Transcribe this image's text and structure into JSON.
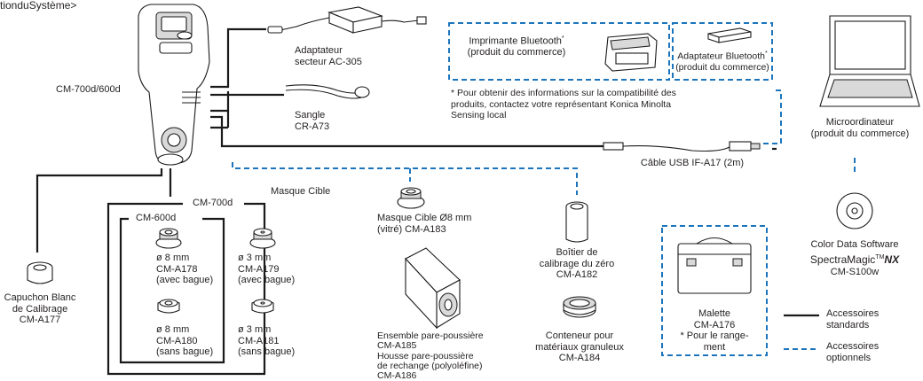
{
  "header_partial": "tionduSystème>",
  "main_device": "CM-700d/600d",
  "ac_adapter": [
    "Adaptateur",
    "secteur AC-305"
  ],
  "strap": [
    "Sangle",
    "CR-A73"
  ],
  "bt_printer": [
    "Imprimante Bluetooth",
    "(produit du commerce)"
  ],
  "bt_adapter": [
    "Adaptateur Bluetooth",
    "(produit du commerce)"
  ],
  "compat_note": [
    "* Pour obtenir des informations sur la compatibilité des",
    "produits, contactez votre représentant Konica Minolta",
    "Sensing local"
  ],
  "computer": [
    "Microordinateur",
    "(produit du commerce)"
  ],
  "usb_cable": "Câble USB IF-A17 (2m)",
  "calib_cap": [
    "Capuchon Blanc",
    "de Calibrage",
    "CM-A177"
  ],
  "cm700d_group": "CM-700d",
  "target_mask_group": "Masque Cible",
  "cm600d_group": "CM-600d",
  "masks": [
    [
      "ø 8 mm",
      "CM-A178",
      "(avec bague)"
    ],
    [
      "ø 3 mm",
      "CM-A179",
      "(avec bague)"
    ],
    [
      "ø 8 mm",
      "CM-A180",
      "(sans bague)"
    ],
    [
      "ø 3 mm",
      "CM-A181",
      "(sans bague)"
    ]
  ],
  "glass_mask": [
    "Masque Cible Ø8 mm",
    "(vitré) CM-A183"
  ],
  "dust_cover": [
    "Ensemble pare-poussière",
    "CM-A185",
    "Housse pare-poussière",
    "de rechange (polyoléfine)",
    "CM-A186"
  ],
  "zero_box": [
    "Boîtier de",
    "calibrage du zéro",
    "CM-A182"
  ],
  "granular": [
    "Conteneur pour",
    "matériaux granuleux",
    "CM-A184"
  ],
  "case": [
    "Malette",
    "CM-A176",
    "* Pour le range-",
    "ment"
  ],
  "software": [
    "Color Data Software",
    "SpectraMagic",
    "NX",
    "CM-S100w"
  ],
  "legend": {
    "standard": [
      "Accessoires",
      "standards"
    ],
    "optional": [
      "Accessoires",
      "optionnels"
    ]
  },
  "colors": {
    "standard_line": "#1a1a1a",
    "optional_line": "#1c75bc"
  }
}
